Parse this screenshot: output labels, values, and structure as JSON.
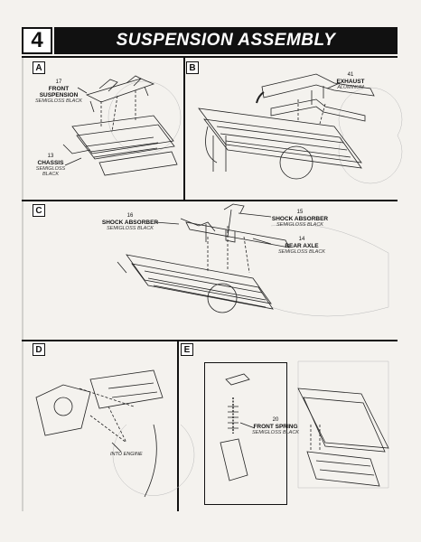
{
  "header": {
    "step_number": "4",
    "title": "SUSPENSION ASSEMBLY"
  },
  "panels": {
    "a": {
      "label": "A",
      "front_suspension": {
        "number": "17",
        "name": "FRONT SUSPENSION",
        "finish": "SEMIGLOSS BLACK"
      },
      "chassis": {
        "number": "13",
        "name": "CHASSIS",
        "finish": "SEMIGLOSS BLACK"
      }
    },
    "b": {
      "label": "B",
      "exhaust": {
        "number": "41",
        "name": "EXHAUST",
        "finish": "ALUMINUM"
      }
    },
    "c": {
      "label": "C",
      "shock_left": {
        "number": "16",
        "name": "SHOCK ABSORBER",
        "finish": "SEMIGLOSS BLACK"
      },
      "shock_right": {
        "number": "15",
        "name": "SHOCK ABSORBER",
        "finish": "SEMIGLOSS BLACK"
      },
      "rear_axle": {
        "number": "14",
        "name": "REAR AXLE",
        "finish": "SEMIGLOSS BLACK"
      }
    },
    "d": {
      "label": "D",
      "into_engine": "INTO ENGINE"
    },
    "e": {
      "label": "E",
      "front_spring": {
        "number": "20",
        "name": "FRONT SPRING",
        "finish": "SEMIGLOSS BLACK"
      }
    }
  }
}
